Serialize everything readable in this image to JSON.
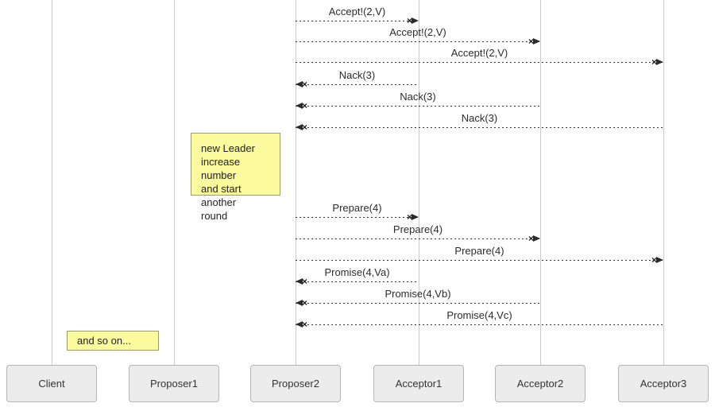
{
  "actors": [
    {
      "label": "Client"
    },
    {
      "label": "Proposer1"
    },
    {
      "label": "Proposer2"
    },
    {
      "label": "Acceptor1"
    },
    {
      "label": "Acceptor2"
    },
    {
      "label": "Acceptor3"
    }
  ],
  "messages": [
    {
      "label": "Accept!(2,V)",
      "from": "Proposer2",
      "to": "Acceptor1",
      "direction": "right",
      "style": "dotted-lost"
    },
    {
      "label": "Accept!(2,V)",
      "from": "Proposer2",
      "to": "Acceptor2",
      "direction": "right",
      "style": "dotted-lost"
    },
    {
      "label": "Accept!(2,V)",
      "from": "Proposer2",
      "to": "Acceptor3",
      "direction": "right",
      "style": "dotted-lost"
    },
    {
      "label": "Nack(3)",
      "from": "Acceptor1",
      "to": "Proposer2",
      "direction": "left",
      "style": "dotted-lost"
    },
    {
      "label": "Nack(3)",
      "from": "Acceptor2",
      "to": "Proposer2",
      "direction": "left",
      "style": "dotted-lost"
    },
    {
      "label": "Nack(3)",
      "from": "Acceptor3",
      "to": "Proposer2",
      "direction": "left",
      "style": "dotted-lost"
    },
    {
      "label": "Prepare(4)",
      "from": "Proposer2",
      "to": "Acceptor1",
      "direction": "right",
      "style": "dotted-lost"
    },
    {
      "label": "Prepare(4)",
      "from": "Proposer2",
      "to": "Acceptor2",
      "direction": "right",
      "style": "dotted-lost"
    },
    {
      "label": "Prepare(4)",
      "from": "Proposer2",
      "to": "Acceptor3",
      "direction": "right",
      "style": "dotted-lost"
    },
    {
      "label": "Promise(4,Va)",
      "from": "Acceptor1",
      "to": "Proposer2",
      "direction": "left",
      "style": "dotted-lost"
    },
    {
      "label": "Promise(4,Vb)",
      "from": "Acceptor2",
      "to": "Proposer2",
      "direction": "left",
      "style": "dotted-lost"
    },
    {
      "label": "Promise(4,Vc)",
      "from": "Acceptor3",
      "to": "Proposer2",
      "direction": "left",
      "style": "dotted-lost"
    }
  ],
  "notes": [
    {
      "lines": [
        "new Leader",
        "increase number",
        "and start another",
        "round"
      ]
    },
    {
      "lines": [
        "and so on..."
      ]
    }
  ],
  "icons": {
    "lost_cross": "×"
  },
  "colors": {
    "note_bg": "#fbfb9e",
    "note_border": "#9d9d69",
    "actor_bg": "#ececec",
    "actor_border": "#b4b4b4",
    "lifeline": "#cccccc",
    "message_line": "#333333",
    "text": "#2b2b2b"
  }
}
